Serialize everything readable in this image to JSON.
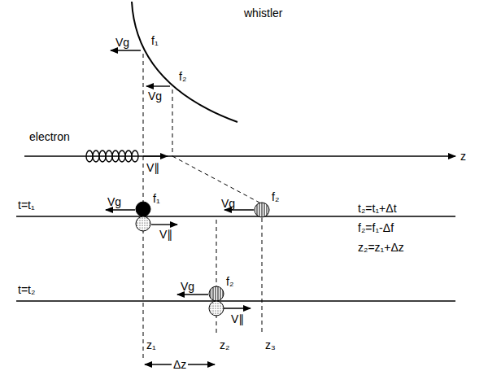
{
  "diagram": {
    "labels": [
      "whistler",
      "Vg",
      "f₁",
      "Vg",
      "f₂",
      "electron",
      "V∥",
      "z",
      "t=t₁",
      "Vg",
      "f₁",
      "V∥",
      "Vg",
      "f₂",
      "t=t₂",
      "Vg",
      "f₂",
      "V∥",
      "z₁",
      "z₂",
      "z₃",
      "Δz",
      "t₂=t₁+Δt",
      "f₂=f₁-Δf",
      "z₂=z₁+Δz"
    ]
  }
}
